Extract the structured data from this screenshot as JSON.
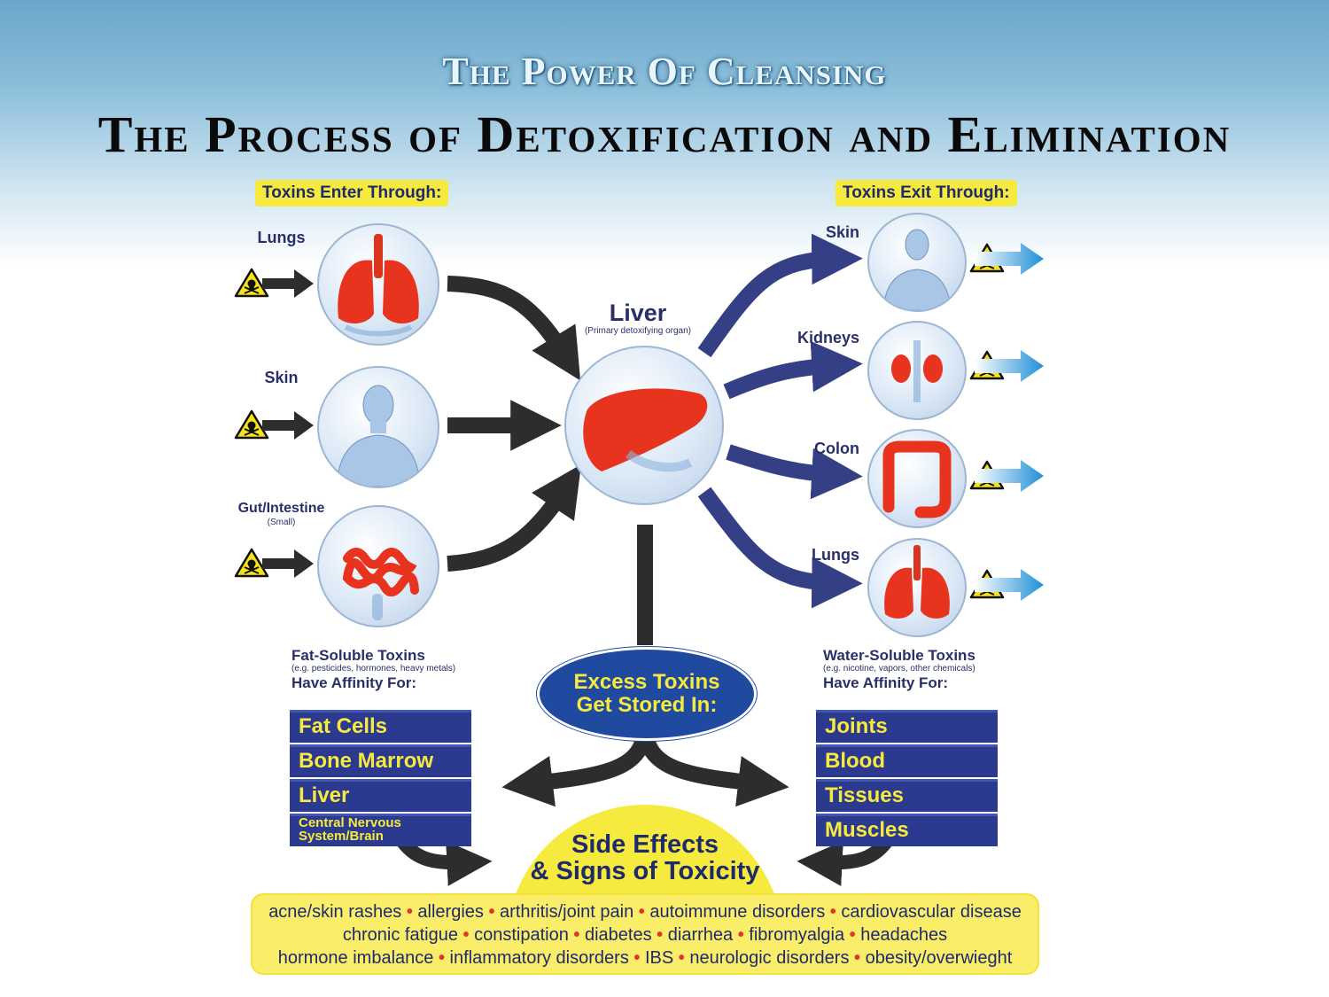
{
  "header": {
    "supertitle": "The Power Of Cleansing",
    "title": "The Process of Detoxification and Elimination"
  },
  "enter": {
    "heading": "Toxins Enter Through:",
    "items": [
      {
        "label": "Lungs"
      },
      {
        "label": "Skin"
      },
      {
        "label": "Gut/Intestine",
        "sublabel": "(Small)"
      }
    ]
  },
  "exit": {
    "heading": "Toxins Exit Through:",
    "items": [
      {
        "label": "Skin"
      },
      {
        "label": "Kidneys"
      },
      {
        "label": "Colon"
      },
      {
        "label": "Lungs"
      }
    ]
  },
  "liver": {
    "label": "Liver",
    "sublabel": "(Primary detoxifying organ)"
  },
  "storage": {
    "label_line1": "Excess Toxins",
    "label_line2": "Get Stored In:"
  },
  "fat_soluble": {
    "title": "Fat-Soluble Toxins",
    "example": "(e.g. pesticides, hormones, heavy metals)",
    "affinity": "Have Affinity For:",
    "blocks": [
      "Fat Cells",
      "Bone Marrow",
      "Liver",
      "Central Nervous System/Brain"
    ]
  },
  "water_soluble": {
    "title": "Water-Soluble Toxins",
    "example": "(e.g. nicotine, vapors, other chemicals)",
    "affinity": "Have Affinity For:",
    "blocks": [
      "Joints",
      "Blood",
      "Tissues",
      "Muscles"
    ]
  },
  "side_effects": {
    "title_line1": "Side Effects",
    "title_line2": "& Signs of Toxicity",
    "rows": [
      [
        "acne/skin rashes",
        "allergies",
        "arthritis/joint pain",
        "autoimmune disorders",
        "cardiovascular disease"
      ],
      [
        "chronic fatigue",
        "constipation",
        "diabetes",
        "diarrhea",
        "fibromyalgia",
        "headaches"
      ],
      [
        "hormone imbalance",
        "inflammatory disorders",
        "IBS",
        "neurologic disorders",
        "obesity/overwieght"
      ]
    ]
  },
  "icons": {
    "hazard": "toxic-hazard-icon",
    "enter_arrow": "dark-arrow-icon",
    "exit_arrow": "blue-gradient-arrow-icon"
  },
  "colors": {
    "heading_bg": "#f7ea3e",
    "navy": "#2b3a8e",
    "dark_arrow": "#2d2d2d",
    "exit_arrow": "#343f86",
    "organ_red": "#e8331e"
  }
}
